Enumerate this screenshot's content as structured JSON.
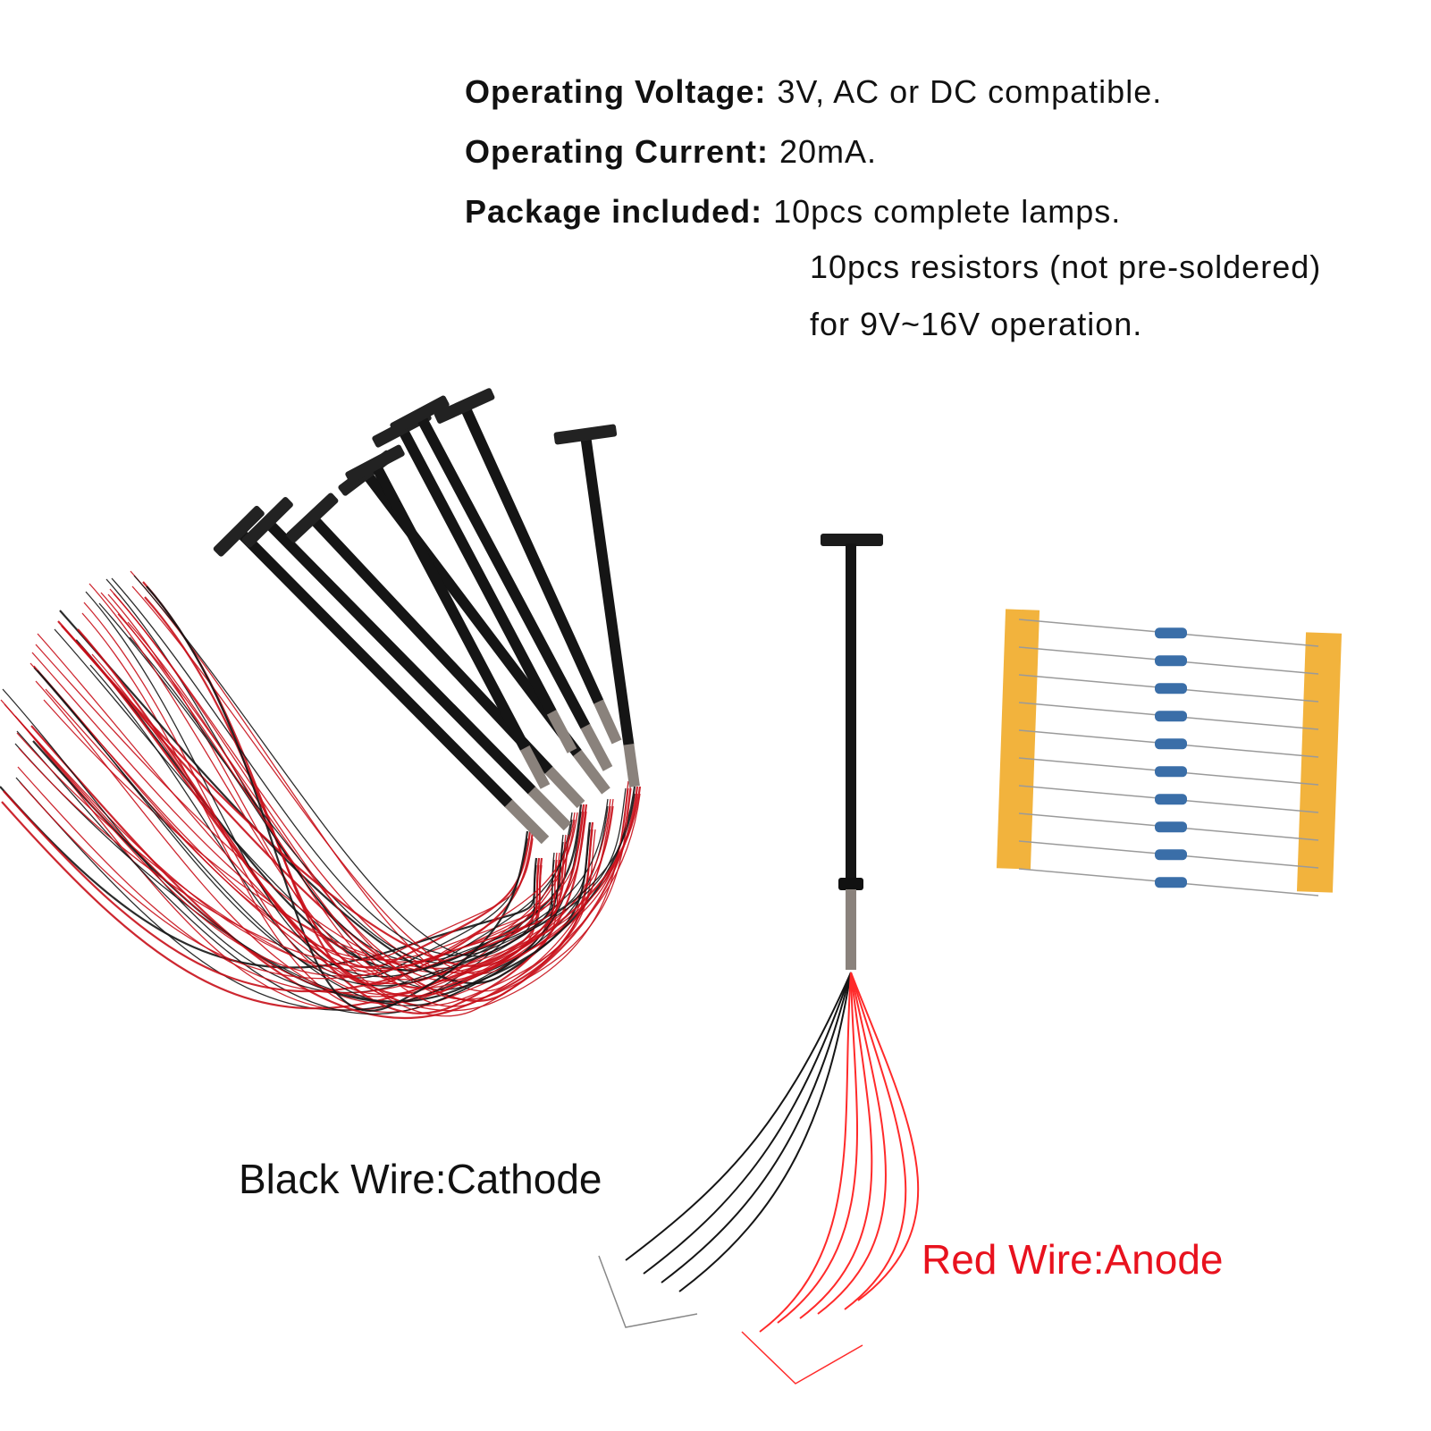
{
  "specs": {
    "voltage": {
      "label": "Operating Voltage:",
      "value": "3V, AC or DC compatible."
    },
    "current": {
      "label": "Operating Current:",
      "value": "20mA."
    },
    "package": {
      "label": "Package included:",
      "lines": [
        "10pcs complete lamps.",
        "10pcs resistors (not pre-soldered)",
        "for 9V~16V operation."
      ]
    }
  },
  "captions": {
    "black_wire": "Black Wire:Cathode",
    "red_wire": "Red Wire:Anode"
  },
  "colors": {
    "red_caption": "#e8121e",
    "wire_red": "#c8101a",
    "wire_black": "#151515",
    "tape": "#f2b33d",
    "resistor_body": "#3a6ea8"
  },
  "product": {
    "lamp_count": 10,
    "resistor_count": 10
  }
}
